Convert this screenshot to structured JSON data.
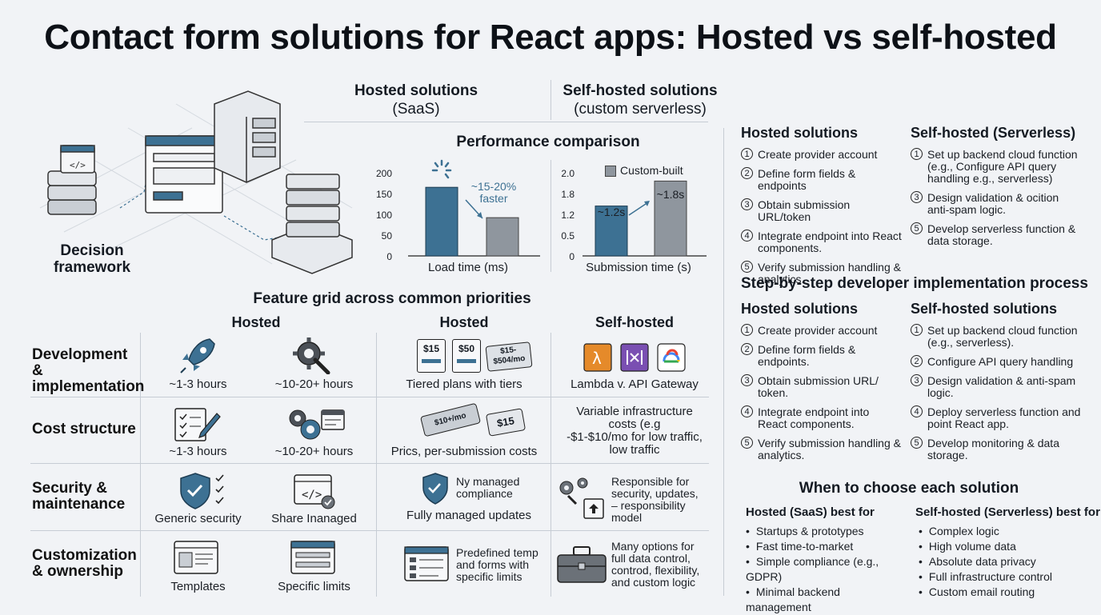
{
  "title": "Contact form solutions for React apps: Hosted vs self-hosted",
  "illustration": {
    "label": "Decision framework"
  },
  "columns": {
    "hosted_title": "Hosted solutions",
    "hosted_sub": "(SaaS)",
    "self_title": "Self-hosted solutions",
    "self_sub": "(custom serverless)"
  },
  "performance": {
    "title": "Performance comparison",
    "load_annotation_1": "~15-20%",
    "load_annotation_2": "faster",
    "legend": "Custom-built",
    "submit_label_a": "~1.2s",
    "submit_label_b": "~1.8s"
  },
  "chart_data": [
    {
      "type": "bar",
      "xlabel": "Load time (ms)",
      "yticks": [
        "200",
        "150",
        "100",
        "50",
        "0"
      ],
      "ylim": [
        0,
        200
      ],
      "values": [
        165,
        92
      ]
    },
    {
      "type": "bar",
      "xlabel": "Submission time (s)",
      "yticks": [
        "2.0",
        "1.8",
        "1.2",
        "0.5",
        "0"
      ],
      "ylim": [
        0,
        2.0
      ],
      "values": [
        1.2,
        1.8
      ]
    }
  ],
  "features": {
    "title": "Feature grid across common priorities",
    "headers": [
      "Hosted",
      "Hosted",
      "Self-hosted"
    ],
    "rows": {
      "dev": {
        "label": "Development & implementation",
        "c1": "~1-3 hours",
        "c2": "~10-20+ hours",
        "c3": "Tiered plans with tiers",
        "price1": "$15",
        "price2": "$50",
        "price3a": "$15-",
        "price3b": "$504/mo",
        "c4": "Lambda v. API Gateway"
      },
      "cost": {
        "label": "Cost structure",
        "c1": "~1-3 hours",
        "c2": "~10-20+ hours",
        "c3": "Prics, per-submission costs",
        "tag1": "$10+/mo",
        "tag2": "$15",
        "c4_1": "Variable infrastructure",
        "c4_2": "costs (e.g",
        "c4_3": "-$1-$10/mo for low traffic,",
        "c4_4": "low traffic"
      },
      "sec": {
        "label": "Security & maintenance",
        "c1": "Generic security",
        "c2": "Share Inanaged",
        "c3a": "Ny managed",
        "c3b": "compliance",
        "c3c": "Fully managed updates",
        "c4_1": "Responsible for",
        "c4_2": "security, updates,",
        "c4_3": "– responsibility",
        "c4_4": "model"
      },
      "custom": {
        "label": "Customization & ownership",
        "c1": "Templates",
        "c2": "Specific limits",
        "c3_1": "Predefined temp",
        "c3_2": "and forms with",
        "c3_3": "specific limits",
        "c4_1": "Many options for",
        "c4_2": "full data control,",
        "c4_3": "controd, flexibility,",
        "c4_4": "and custom logic"
      }
    }
  },
  "right_top": {
    "hosted_title": "Hosted solutions",
    "self_title": "Self-hosted (Serverless)",
    "hosted_steps": [
      "Create provider account",
      "Define form fields & endpoints",
      "Obtain submission URL/token",
      "Integrate endpoint into React components.",
      "Verify submission handling & analytics."
    ],
    "self_steps": [
      "Set up backend cloud function (e.g., Configure API query handling e.g., serverless)",
      "Design validation & ocition anti-spam logic.",
      "Develop serverless function & data storage."
    ],
    "self_nums": [
      "1",
      "3",
      "5"
    ]
  },
  "steps": {
    "title": "Step-by-step developer implementation process",
    "hosted_title": "Hosted solutions",
    "self_title": "Self-hosted solutions",
    "hosted": [
      "Create provider account",
      "Define form fields & endpoints.",
      "Obtain submission URL/ token.",
      "Integrate endpoint into React components.",
      "Verify submission handling & analytics."
    ],
    "self": [
      "Set up backend cloud function (e.g., serverless).",
      "Configure API query handling",
      "Design validation & anti-spam logic.",
      "Deploy serverless function and point React app.",
      "Develop monitoring & data storage."
    ]
  },
  "choose": {
    "title": "When to choose each solution",
    "hosted_title": "Hosted (SaaS) best for",
    "self_title": "Self-hosted (Serverless) best for",
    "hosted": [
      "Startups & prototypes",
      "Fast time-to-market",
      "Simple compliance (e.g., GDPR)",
      "Minimal backend management"
    ],
    "self": [
      "Complex logic",
      "High volume data",
      "Absolute data privacy",
      "Full infrastructure control",
      "Custom email routing"
    ]
  },
  "colors": {
    "bar_blue": "#3d7193",
    "bar_gray": "#8f969e",
    "ink": "#141a22",
    "line": "#c6ccd4"
  }
}
